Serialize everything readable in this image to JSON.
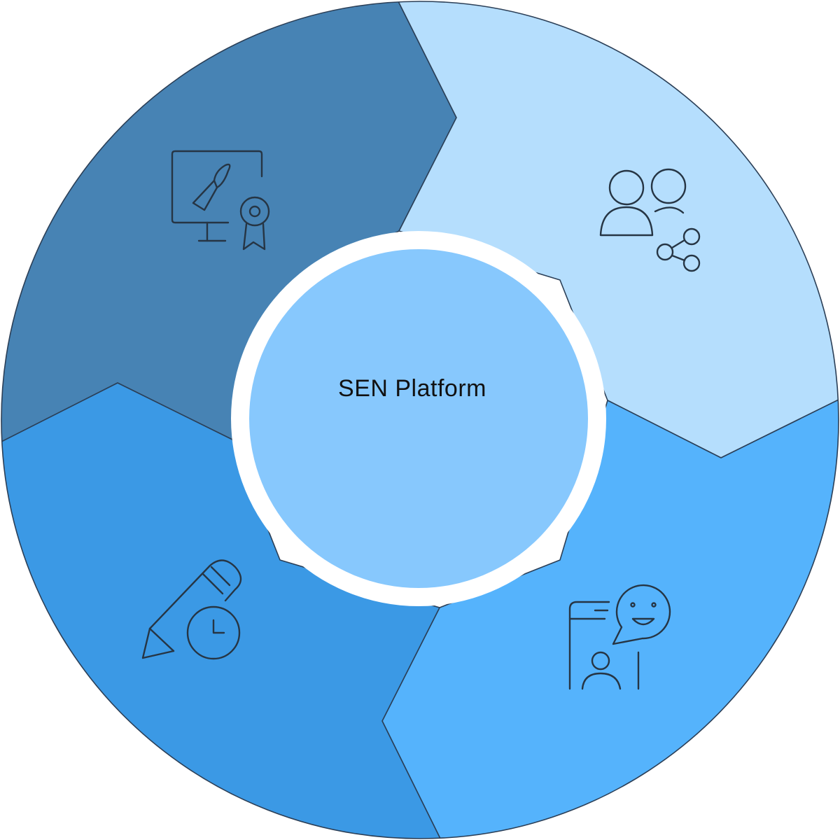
{
  "center": {
    "label": "SEN Platform"
  },
  "colors": {
    "top_left_segment": "#4783B4",
    "top_right_segment": "#B5DEFD",
    "bottom_right_segment": "#55B3FC",
    "bottom_left_segment": "#3B99E5",
    "center_fill": "#87C8FD",
    "center_ring": "#FFFFFF",
    "outline": "#2B3F57"
  },
  "segments": [
    {
      "position": "top-left",
      "icon": "monitor-paintbrush-award-icon"
    },
    {
      "position": "top-right",
      "icon": "users-share-icon"
    },
    {
      "position": "bottom-right",
      "icon": "phone-chat-smiley-icon"
    },
    {
      "position": "bottom-left",
      "icon": "pencil-clock-icon"
    }
  ]
}
